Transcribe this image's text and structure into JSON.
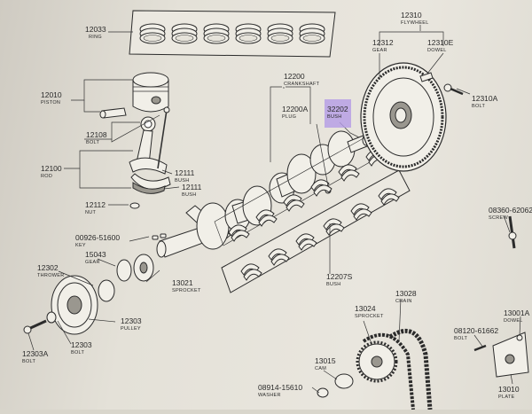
{
  "labels": [
    {
      "key": "ring",
      "num": "12033",
      "name": "RING"
    },
    {
      "key": "piston",
      "num": "12010",
      "name": "PISTON"
    },
    {
      "key": "bolt-12108",
      "num": "12108",
      "name": "BOLT"
    },
    {
      "key": "rod",
      "num": "12100",
      "name": "ROD"
    },
    {
      "key": "bush-12111a",
      "num": "12111",
      "name": "BUSH"
    },
    {
      "key": "bush-12111b",
      "num": "12111",
      "name": "BUSH"
    },
    {
      "key": "nut",
      "num": "12112",
      "name": "NUT"
    },
    {
      "key": "crankshaft",
      "num": "12200",
      "name": "CRANKSHAFT"
    },
    {
      "key": "plug",
      "num": "12200A",
      "name": "PLUG"
    },
    {
      "key": "bush-32202",
      "num": "32202",
      "name": "BUSH"
    },
    {
      "key": "flywheel",
      "num": "12310",
      "name": "FLYWHEEL"
    },
    {
      "key": "gear-12312",
      "num": "12312",
      "name": "GEAR"
    },
    {
      "key": "dowel-12310e",
      "num": "12310E",
      "name": "DOWEL"
    },
    {
      "key": "bolt-12310a",
      "num": "12310A",
      "name": "BOLT"
    },
    {
      "key": "key",
      "num": "00926-51600",
      "name": "KEY"
    },
    {
      "key": "gear-15043",
      "num": "15043",
      "name": "GEAR"
    },
    {
      "key": "thrower",
      "num": "12302",
      "name": "THROWER"
    },
    {
      "key": "sprocket-13021",
      "num": "13021",
      "name": "SPROCKET"
    },
    {
      "key": "pulley",
      "num": "12303",
      "name": "PULLEY"
    },
    {
      "key": "bolt-12303",
      "num": "12303",
      "name": "BOLT"
    },
    {
      "key": "bolt-12303a",
      "num": "12303A",
      "name": "BOLT"
    },
    {
      "key": "bush-12207s",
      "num": "12207S",
      "name": "BUSH"
    },
    {
      "key": "screw",
      "num": "08360-62062",
      "name": "SCREW"
    },
    {
      "key": "sprocket-13024",
      "num": "13024",
      "name": "SPROCKET"
    },
    {
      "key": "chain",
      "num": "13028",
      "name": "CHAIN"
    },
    {
      "key": "cam",
      "num": "13015",
      "name": "CAM"
    },
    {
      "key": "bolt-08120",
      "num": "08120-61662",
      "name": "BOLT"
    },
    {
      "key": "dowel-13001a",
      "num": "13001A",
      "name": "DOWEL"
    },
    {
      "key": "washer",
      "num": "08914-15610",
      "name": "WASHER"
    },
    {
      "key": "plate",
      "num": "13010",
      "name": "PLATE"
    }
  ],
  "highlight": {
    "color": "#b49be6"
  },
  "colors": {
    "paper": "#e6e3da",
    "ink": "#2b2b2b"
  }
}
